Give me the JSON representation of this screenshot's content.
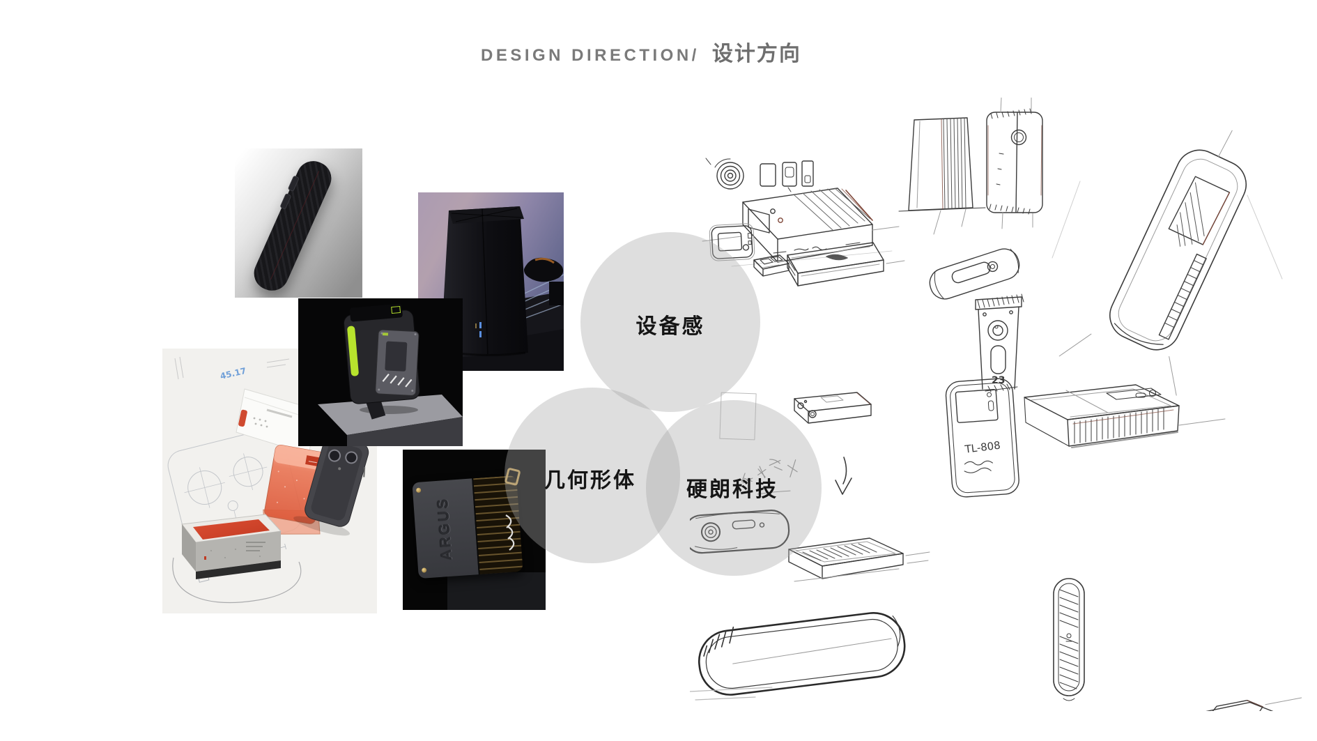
{
  "slide": {
    "title_en": "DESIGN DIRECTION/",
    "title_zh": "设计方向"
  },
  "keywords": {
    "circle1": "设备感",
    "circle2": "几何形体",
    "circle3": "硬朗科技"
  },
  "moodboard": {
    "argus_label": "ARGUS",
    "blueprint_number": "45.17"
  },
  "sketch_annotations": {
    "model_code": "TL-808",
    "stick_number": "23"
  },
  "colors": {
    "title_gray": "#7a7a7a",
    "circle_gray": "#dedede",
    "keyword_black": "#151515",
    "neon_green": "#b7e32d",
    "device_orange": "#e0694a",
    "led_blue": "#5a8fe0",
    "brass_gold": "#c9a45a",
    "sketch_ink": "#3b3b3b",
    "sketch_accent": "#7e4638"
  }
}
